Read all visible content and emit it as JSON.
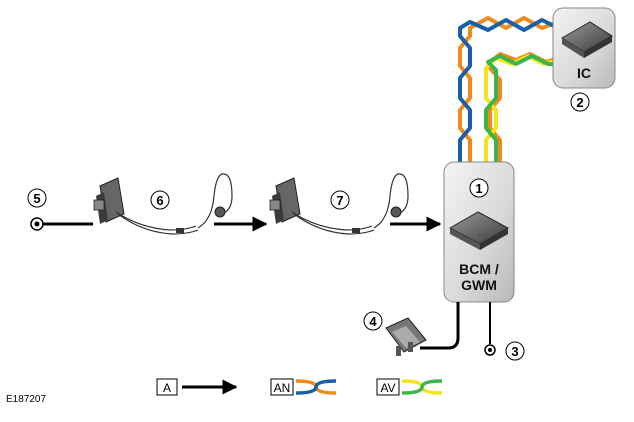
{
  "labels": {
    "bcm_line1": "BCM /",
    "bcm_line2": "GWM",
    "ic": "IC",
    "reference": "E187207"
  },
  "callouts": [
    "1",
    "2",
    "3",
    "4",
    "5",
    "6",
    "7"
  ],
  "legend": {
    "a": "A",
    "an": "AN",
    "av": "AV"
  },
  "colors": {
    "wire_orange": "#f08a1c",
    "wire_blue": "#1a5fa8",
    "wire_yellow": "#f4e41c",
    "wire_green": "#3ab54a",
    "module_body": "#dcdcdc",
    "arrow": "#000000"
  },
  "icons": {
    "module_chip": "chip-icon",
    "ground": "ground-terminal-icon",
    "fuse": "fuse-icon",
    "sensor": "brake-wear-sensor-icon"
  }
}
